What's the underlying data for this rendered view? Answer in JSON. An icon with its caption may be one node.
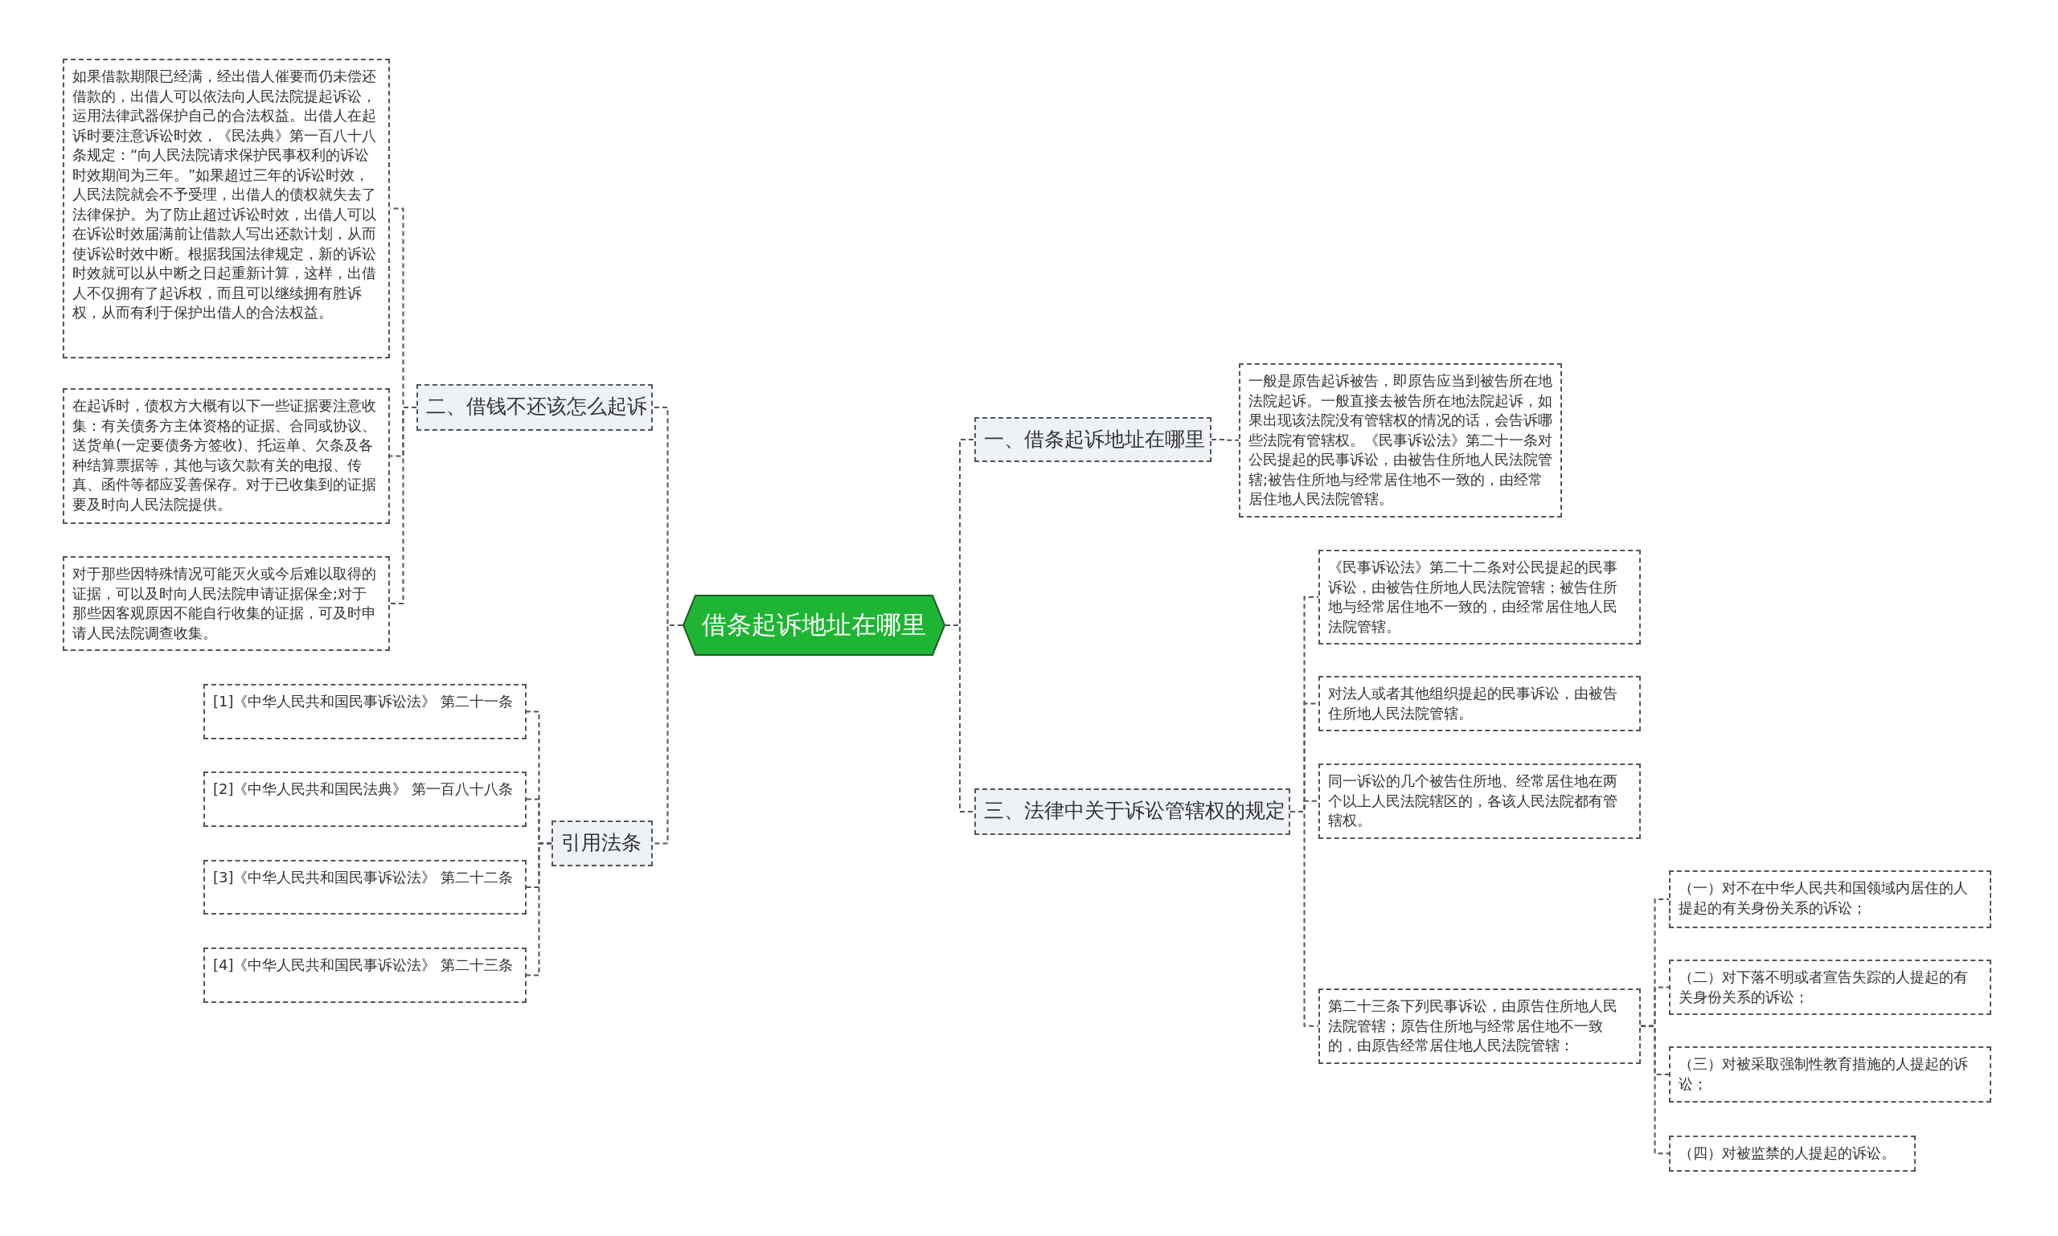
{
  "diagram": {
    "nodes": [
      {
        "text": [
          "借条起诉地址在哪里"
        ]
      },
      {
        "text": [
          "一、借条起诉地址在哪里"
        ]
      },
      {
        "text": [
          "一般是原告起诉被告，即原告应当到被告所在地法院起诉。一般直接去被告所在地法院起诉，如果出现该法院没有管辖权的情况的话，会告诉哪些法院有管辖权。《民事诉讼法》第二十一条对公民提起的民事诉讼，由被告住所地人民法院管辖;被告住所地与经常居住地不一致的，由经常居住地人民法院管辖。"
        ]
      },
      {
        "text": [
          "三、法律中关于诉讼管辖权的规定"
        ]
      },
      {
        "text": [
          "《民事诉讼法》第二十二条对公民提起的民事诉讼，由被告住所地人民法院管辖；被告住所地与经常居住地不一致的，由经常居住地人民法院管辖。"
        ]
      },
      {
        "text": [
          "对法人或者其他组织提起的民事诉讼，由被告住所地人民法院管辖。"
        ]
      },
      {
        "text": [
          "同一诉讼的几个被告住所地、经常居住地在两个以上人民法院辖区的，各该人民法院都有管辖权。"
        ]
      },
      {
        "text": [
          "第二十三条下列民事诉讼，由原告住所地人民法院管辖；原告住所地与经常居住地不一致的，由原告经常居住地人民法院管辖："
        ]
      },
      {
        "text": [
          "（一）对不在中华人民共和国领域内居住的人提起的有关身份关系的诉讼；"
        ]
      },
      {
        "text": [
          "（二）对下落不明或者宣告失踪的人提起的有关身份关系的诉讼；"
        ]
      },
      {
        "text": [
          "（三）对被采取强制性教育措施的人提起的诉讼；"
        ]
      },
      {
        "text": [
          "（四）对被监禁的人提起的诉讼。"
        ]
      },
      {
        "text": [
          "二、借钱不还该怎么起诉"
        ]
      },
      {
        "text": [
          "如果借款期限已经满，经出借人催要而仍未偿还借款的，出借人可以依法向人民法院提起诉讼，运用法律武器保护自己的合法权益。出借人在起诉时要注意诉讼时效，《民法典》第一百八十八条规定：“向人民法院请求保护民事权利的诉讼时效期间为三年。”如果超过三年的诉讼时效，人民法院就会不予受理，出借人的债权就失去了法律保护。为了防止超过诉讼时效，出借人可以在诉讼时效届满前让借款人写出还款计划，从而使诉讼时效中断。根据我国法律规定，新的诉讼时效就可以从中断之日起重新计算，这样，出借人不仅拥有了起诉权，而且可以继续拥有胜诉权，从而有利于保护出借人的合法权益。"
        ]
      },
      {
        "text": [
          "在起诉时，债权方大概有以下一些证据要注意收集：有关债务方主体资格的证据、合同或协议、送货单(一定要债务方签收)、托运单、欠条及各种结算票据等，其他与该欠款有关的电报、传真、函件等都应妥善保存。对于已收集到的证据要及时向人民法院提供。"
        ]
      },
      {
        "text": [
          "对于那些因特殊情况可能灭火或今后难以取得的证据，可以及时向人民法院申请证据保全;对于那些因客观原因不能自行收集的证据，可及时申请人民法院调查收集。"
        ]
      },
      {
        "text": [
          "引用法条"
        ]
      },
      {
        "text": [
          "[1]《中华人民共和国民事诉讼法》 第二十一条"
        ]
      },
      {
        "text": [
          "[2]《中华人民共和国民法典》 第一百八十八条"
        ]
      },
      {
        "text": [
          "[3]《中华人民共和国民事诉讼法》 第二十二条"
        ]
      },
      {
        "text": [
          "[4]《中华人民共和国民事诉讼法》 第二十三条"
        ]
      }
    ],
    "edges": [
      {
        "from": 0,
        "to": 1,
        "arrow": "none"
      },
      {
        "from": 1,
        "to": 2,
        "arrow": "none"
      },
      {
        "from": 0,
        "to": 3,
        "arrow": "none"
      },
      {
        "from": 3,
        "to": 4,
        "arrow": "none"
      },
      {
        "from": 3,
        "to": 5,
        "arrow": "none"
      },
      {
        "from": 3,
        "to": 6,
        "arrow": "none"
      },
      {
        "from": 3,
        "to": 7,
        "arrow": "none"
      },
      {
        "from": 7,
        "to": 8,
        "arrow": "none"
      },
      {
        "from": 7,
        "to": 9,
        "arrow": "none"
      },
      {
        "from": 7,
        "to": 10,
        "arrow": "none"
      },
      {
        "from": 7,
        "to": 11,
        "arrow": "none"
      },
      {
        "from": 0,
        "to": 12,
        "arrow": "none"
      },
      {
        "from": 12,
        "to": 13,
        "arrow": "none"
      },
      {
        "from": 12,
        "to": 14,
        "arrow": "none"
      },
      {
        "from": 12,
        "to": 15,
        "arrow": "none"
      },
      {
        "from": 0,
        "to": 16,
        "arrow": "none"
      },
      {
        "from": 16,
        "to": 17,
        "arrow": "none"
      },
      {
        "from": 16,
        "to": 18,
        "arrow": "none"
      },
      {
        "from": 16,
        "to": 19,
        "arrow": "none"
      },
      {
        "from": 16,
        "to": 20,
        "arrow": "none"
      }
    ]
  }
}
